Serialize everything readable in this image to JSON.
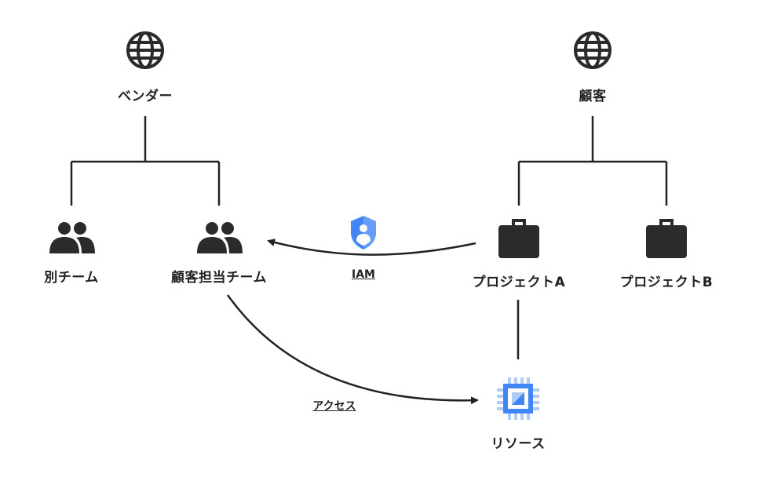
{
  "nodes": {
    "vendor": {
      "label": "ベンダー",
      "icon": "globe-icon"
    },
    "customer": {
      "label": "顧客",
      "icon": "globe-icon"
    },
    "other_team": {
      "label": "別チーム",
      "icon": "group-icon"
    },
    "customer_team": {
      "label": "顧客担当チーム",
      "icon": "group-icon"
    },
    "project_a": {
      "label": "プロジェクトA",
      "icon": "briefcase-icon"
    },
    "project_b": {
      "label": "プロジェクトB",
      "icon": "briefcase-icon"
    },
    "resource": {
      "label": "リソース",
      "icon": "compute-chip-icon"
    }
  },
  "edges": {
    "iam": {
      "label": "IAM",
      "icon": "iam-shield-icon"
    },
    "access": {
      "label": "アクセス"
    }
  },
  "colors": {
    "line": "#222222",
    "icon_dark": "#2b2b2b",
    "google_blue": "#4285f4",
    "google_blue_light": "#aecbfa"
  }
}
